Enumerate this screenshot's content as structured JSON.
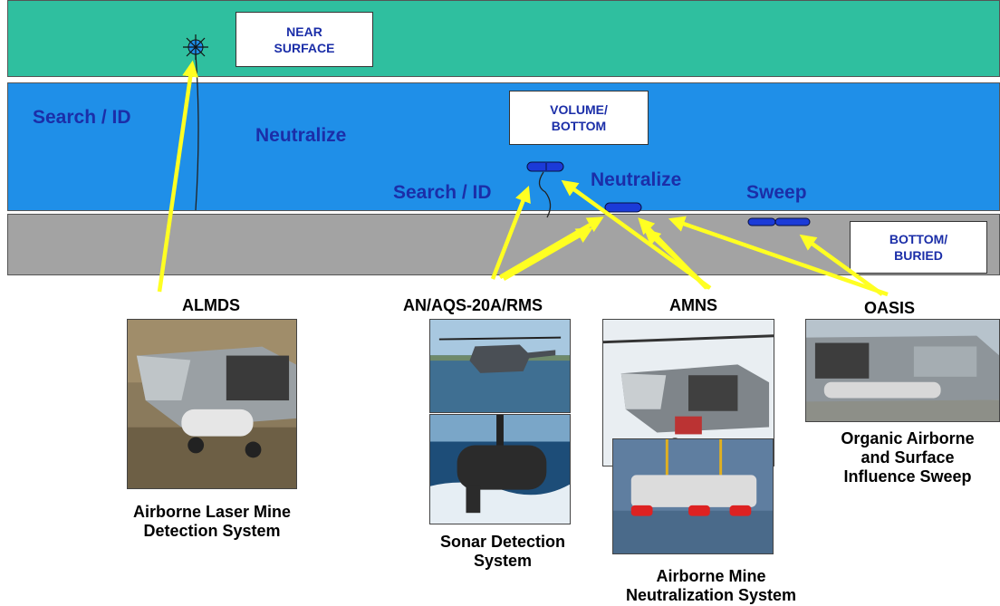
{
  "zones": {
    "near_surface": "NEAR\nSURFACE",
    "volume_bottom": "VOLUME/\nBOTTOM",
    "bottom_buried": "BOTTOM/\nBURIED"
  },
  "zone_text": {
    "search_id_left": "Search / ID",
    "neutralize_left": "Neutralize",
    "search_id_center": "Search / ID",
    "neutralize_center": "Neutralize",
    "sweep": "Sweep"
  },
  "systems": [
    {
      "acronym": "ALMDS",
      "caption": "Airborne Laser Mine\nDetection System"
    },
    {
      "acronym": "AN/AQS-20A/RMS",
      "caption": "Sonar Detection\nSystem"
    },
    {
      "acronym": "AMNS",
      "caption": "Airborne Mine\nNeutralization System"
    },
    {
      "acronym": "OASIS",
      "caption": "Organic Airborne\nand Surface\nInfluence Sweep"
    }
  ],
  "photos": {
    "almds": "helicopter-with-laser-pod-photo",
    "sonar_heli": "helicopter-over-water-photo",
    "sonar_towed": "towed-sonar-body-photo",
    "amns_heli": "helicopter-hover-photo",
    "amns_vehicle": "neutralization-vehicle-photo",
    "oasis": "helicopter-with-sweep-pod-photo"
  },
  "colors": {
    "surface": "#2fbf9f",
    "volume": "#1f8fe8",
    "bottom": "#a3a3a3",
    "arrow": "#ffff22",
    "label": "#1b2ea8"
  }
}
